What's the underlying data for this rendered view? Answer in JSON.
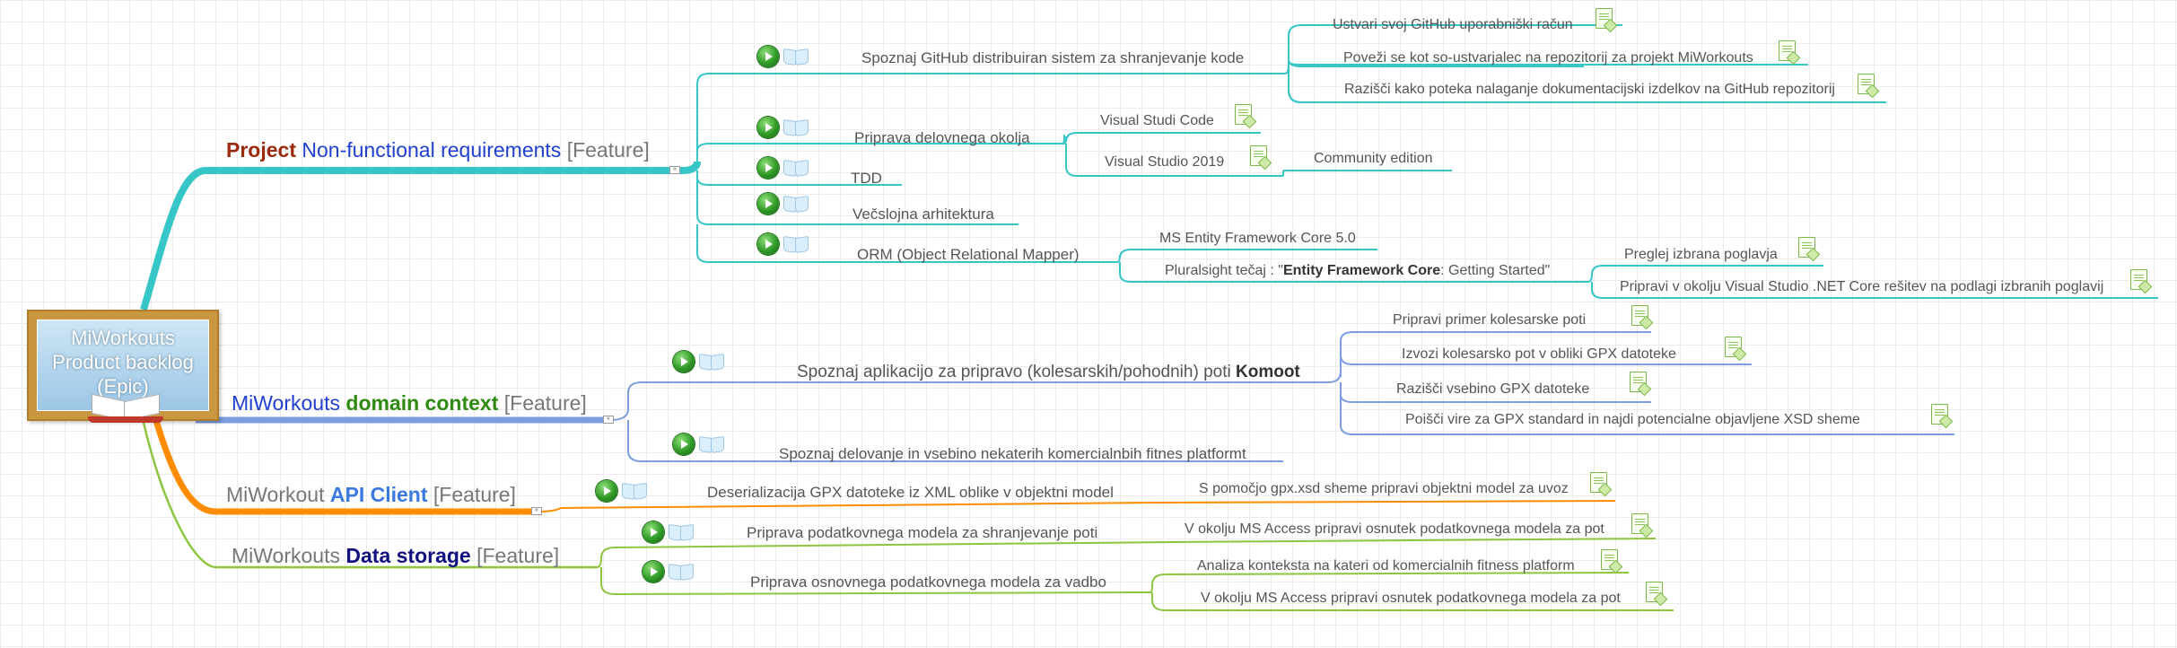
{
  "central": {
    "line1": "MiWorkouts",
    "line2": "Product backlog",
    "line3": "(Epic)"
  },
  "branches": {
    "nfr": {
      "w1": "Project",
      "w2": "Non-functional",
      "w3": "requirements",
      "w4": "[Feature]"
    },
    "domain": {
      "w1": "MiWorkouts",
      "w2": "domain context",
      "w3": "[Feature]"
    },
    "api": {
      "w1": "MiWorkout",
      "w2": "API Client",
      "w3": "[Feature]"
    },
    "storage": {
      "w1": "MiWorkouts",
      "w2": "Data storage",
      "w3": "[Feature]"
    }
  },
  "nfr_topics": {
    "github": "Spoznaj GitHub distribuiran sistem za shranjevanje kode",
    "github_1": "Ustvari svoj GitHub uporabniški račun",
    "github_2": "Poveži se kot so-ustvarjalec na repozitorij za projekt MiWorkouts",
    "github_3": "Razišči kako poteka nalaganje dokumentacijski izdelkov na GitHub repozitorij",
    "env": "Priprava delovnega okolja",
    "env_1": "Visual Studi Code",
    "env_2": "Visual Studio 2019",
    "env_2_1": "Community edition",
    "tdd": "TDD",
    "arch": "Večslojna arhitektura",
    "orm": "ORM (Object Relational Mapper)",
    "orm_1": "MS Entity Framework Core 5.0",
    "orm_2_pre": "Pluralsight tečaj : \"",
    "orm_2_bold": "Entity Framework Core",
    "orm_2_post": ": Getting Started\"",
    "orm_2_1": "Preglej izbrana poglavja",
    "orm_2_2": "Pripravi v okolju Visual Studio .NET Core rešitev na podlagi izbranih poglavij"
  },
  "domain_topics": {
    "komoot_pre": "Spoznaj aplikacijo za pripravo (kolesarskih/pohodnih) poti",
    "komoot_bold": "Komoot",
    "komoot_1": "Pripravi primer kolesarske poti",
    "komoot_2": "Izvozi kolesarsko pot v obliki GPX datoteke",
    "komoot_3": "Razišči vsebino GPX datoteke",
    "komoot_4": "Poišči vire za GPX standard in najdi potencialne objavljene XSD sheme",
    "fitness": "Spoznaj delovanje in vsebino nekaterih komercialnbih fitnes platformt"
  },
  "api_topics": {
    "gpx": "Deserializacija GPX datoteke iz XML oblike v objektni model",
    "gpx_1": "S pomočjo gpx.xsd sheme pripravi objektni model za uvoz"
  },
  "storage_topics": {
    "routes": "Priprava podatkovnega modela za shranjevanje poti",
    "routes_1": "V okolju MS Access pripravi osnutek podatkovnega modela za pot",
    "workout": "Priprava osnovnega podatkovnega modela za vadbo",
    "workout_1": "Analiza konteksta na kateri od komercialnih fitness platform",
    "workout_2": "V okolju MS Access pripravi osnutek podatkovnega modela za pot"
  },
  "colors": {
    "nfr": "#36c6c8",
    "domain": "#7b9ee0",
    "api": "#ff8c00",
    "storage": "#8cc63f",
    "title_red": "#9b2a0e",
    "title_blue": "#1f3fd0",
    "title_green": "#2e8b10",
    "title_api_blue": "#3a7ae0",
    "title_navy": "#101080"
  },
  "icons": [
    "play-task-icon",
    "book-icon",
    "note-icon",
    "collapse-toggle-icon"
  ]
}
